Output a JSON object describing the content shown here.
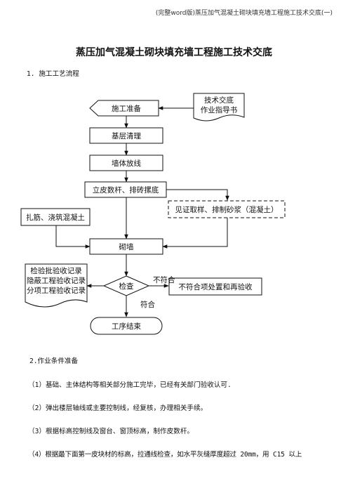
{
  "header": "(完整word版)蒸压加气混凝土砌块填充墙工程施工技术交底(一)",
  "title": "蒸压加气混凝土砌块填充墙工程施工技术交底",
  "section1": "1. 施工工艺流程",
  "flowchart": {
    "prep": "施工准备",
    "doc_line1": "技术交底",
    "doc_line2": "作业指导书",
    "clean": "基层清理",
    "layout": "墙体放线",
    "pole": "立皮数杆、排砖摞底",
    "sample": "见证取样、排制砂浆（混凝土）",
    "rebar": "扎筋、浇筑混凝土",
    "masonry": "砌墙",
    "rec_line1": "检验批验收记录",
    "rec_line2": "隐蔽工程验收记录",
    "rec_line3": "分项工程验收记录",
    "check": "检查",
    "fail": "不符合",
    "fail_handle": "不符合项处置和再验收",
    "pass": "符合",
    "end": "工序结束"
  },
  "section2": "2.作业条件准备",
  "items": [
    "（1）基础、主体结构等相关部分施工完毕，已经有关部门验收认可.",
    "（2）弹出楼层轴线或主要控制线，经复核，办理相关手续。",
    "（3）根据标高控制线及窗台、窗顶标高，制作皮数杆。",
    "（4）根据最下面第一皮块材的标高，拉通线检查，如水平灰缝厚度超过 20mm，用 C15 以上"
  ]
}
